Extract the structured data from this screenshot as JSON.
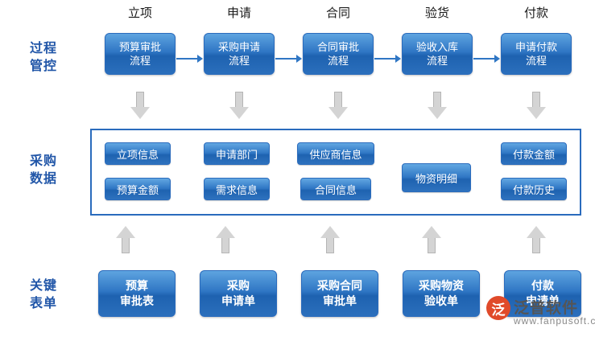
{
  "diagram": {
    "column_headers": [
      {
        "label": "立项"
      },
      {
        "label": "申请"
      },
      {
        "label": "合同"
      },
      {
        "label": "验货"
      },
      {
        "label": "付款"
      }
    ],
    "row_labels": [
      {
        "label": "过程\n管控",
        "line1": "过程",
        "line2": "管控"
      },
      {
        "label": "采购\n数据",
        "line1": "采购",
        "line2": "数据"
      },
      {
        "label": "关键\n表单",
        "line1": "关键",
        "line2": "表单"
      }
    ],
    "process_boxes": [
      {
        "line1": "预算审批",
        "line2": "流程"
      },
      {
        "line1": "采购申请",
        "line2": "流程"
      },
      {
        "line1": "合同审批",
        "line2": "流程"
      },
      {
        "line1": "验收入库",
        "line2": "流程"
      },
      {
        "line1": "申请付款",
        "line2": "流程"
      }
    ],
    "data_boxes_top": [
      {
        "label": "立项信息"
      },
      {
        "label": "申请部门"
      },
      {
        "label": "供应商信息"
      },
      {
        "label": "付款金额"
      }
    ],
    "data_boxes_bottom": [
      {
        "label": "预算金额"
      },
      {
        "label": "需求信息"
      },
      {
        "label": "合同信息"
      },
      {
        "label": "付款历史"
      }
    ],
    "data_box_middle": {
      "label": "物资明细"
    },
    "form_boxes": [
      {
        "line1": "预算",
        "line2": "审批表"
      },
      {
        "line1": "采购",
        "line2": "申请单"
      },
      {
        "line1": "采购合同",
        "line2": "审批单"
      },
      {
        "line1": "采购物资",
        "line2": "验收单"
      },
      {
        "line1": "付款",
        "line2": "申请单"
      }
    ],
    "colors": {
      "box_blue_light": "#5ea4e0",
      "box_blue_dark": "#1e62b0",
      "border_blue": "#2a6bbd",
      "label_blue": "#2156a8",
      "arrow_grey": "#d4d4d4",
      "background": "#ffffff"
    }
  },
  "watermark": {
    "mark": "泛",
    "name": "泛普软件",
    "url": "www.fanpusoft.com"
  }
}
